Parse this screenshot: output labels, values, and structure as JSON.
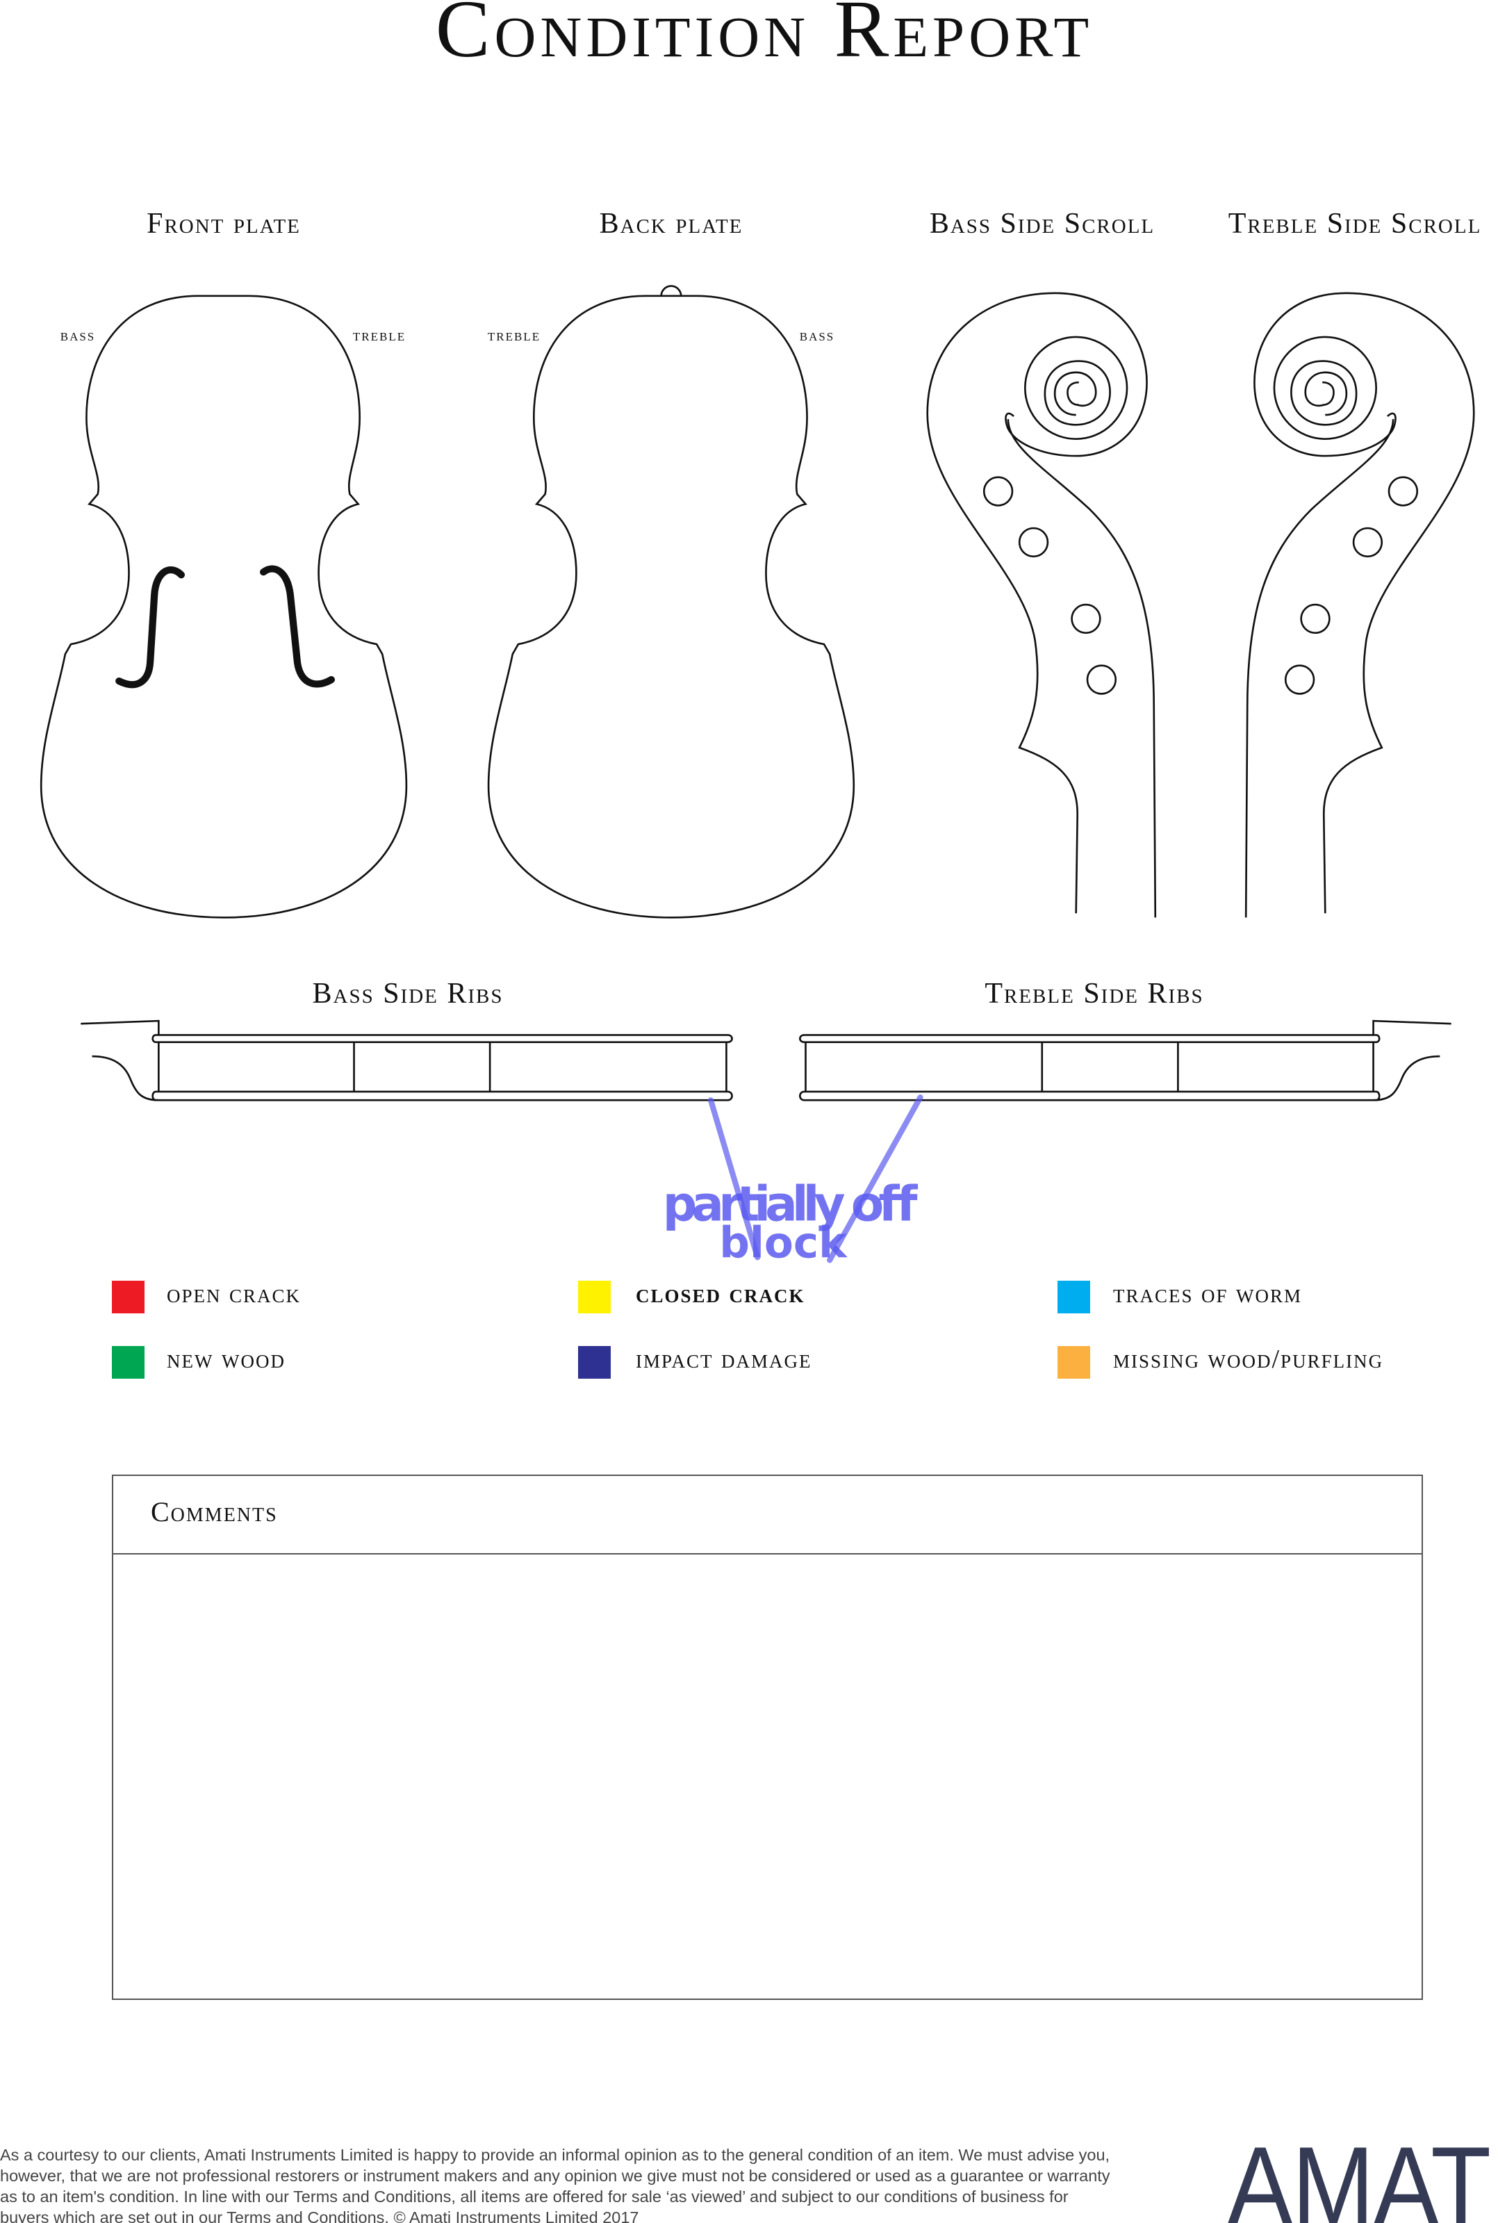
{
  "title": "Condition Report",
  "views": {
    "front_plate": "Front plate",
    "back_plate": "Back plate",
    "bass_side_scroll": "Bass Side Scroll",
    "treble_side_scroll": "Treble Side Scroll",
    "bass_side_ribs": "Bass Side Ribs",
    "treble_side_ribs": "Treble Side Ribs"
  },
  "front_sides": {
    "left": "bass",
    "right": "treble"
  },
  "back_sides": {
    "left": "treble",
    "right": "bass"
  },
  "annotation": {
    "line1": "partially off",
    "line2": "block",
    "color": "#5a5aee"
  },
  "legend": [
    {
      "label": "open crack",
      "color": "#ed1c24"
    },
    {
      "label": "closed crack",
      "color": "#fff200"
    },
    {
      "label": "traces of worm",
      "color": "#00aeef"
    },
    {
      "label": "new wood",
      "color": "#00a651"
    },
    {
      "label": "impact damage",
      "color": "#2e3192"
    },
    {
      "label": "missing wood/purfling",
      "color": "#fbb040"
    }
  ],
  "comments": {
    "label": "Comments",
    "value": ""
  },
  "footer": {
    "disclaimer": "As a courtesy to our clients, Amati Instruments Limited is happy to provide an informal opinion as to the general condition of an item. We must advise you, however, that we are not professional restorers or instrument makers and any opinion we give must not be considered or used as a guarantee or warranty as to an item's condition. In line with our Terms and Conditions, all items are offered for sale ‘as viewed’ and subject to our conditions of business for buyers which are set out in our Terms and Conditions. © Amati Instruments Limited 2017",
    "logo": "AMATI"
  }
}
